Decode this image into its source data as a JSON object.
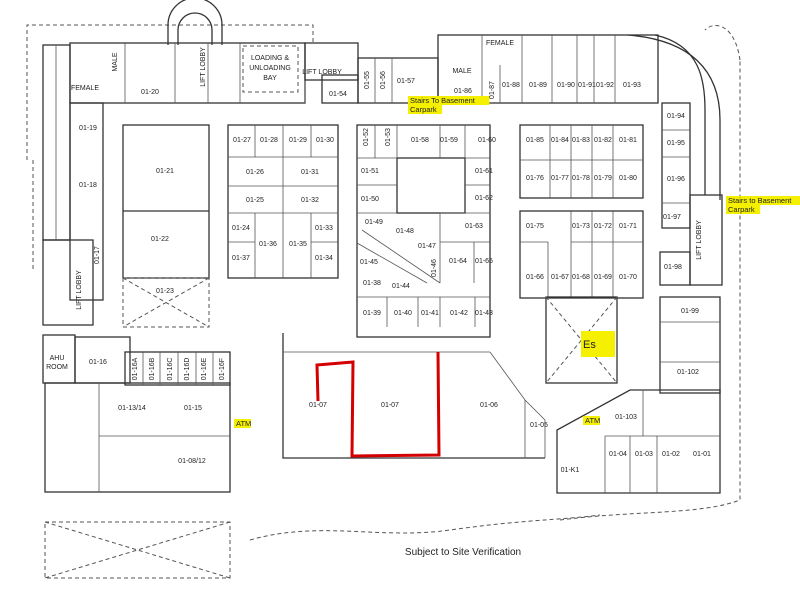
{
  "plan": {
    "caption": "Subject to Site Verification",
    "highlight_color": "#f4f000",
    "outline_color": "#d40000",
    "notes": {
      "stairs_top_1": "Stairs To Basement",
      "stairs_top_2": "Carpark",
      "stairs_right_1": "Stairs to Basement",
      "stairs_right_2": "Carpark",
      "atm_left": "ATM",
      "atm_right": "ATM",
      "escalator": "Es"
    },
    "facilities": [
      "FEMALE",
      "MALE",
      "LIFT LOBBY",
      "LOADING &",
      "UNLOADING",
      "BAY",
      "LIFT LOBBY",
      "MALE",
      "FEMALE",
      "LIFT LOBBY",
      "LIFT LOBBY",
      "AHU",
      "ROOM"
    ],
    "units": [
      "01-20",
      "01-54",
      "01-55",
      "01-56",
      "01-57",
      "01-86",
      "01-87",
      "01-88",
      "01-89",
      "01-90",
      "01-91",
      "01-92",
      "01-93",
      "01-19",
      "01-18",
      "01-17",
      "01-21",
      "01-22",
      "01-23",
      "01-27",
      "01-28",
      "01-29",
      "01-30",
      "01-26",
      "01-31",
      "01-25",
      "01-32",
      "01-24",
      "01-33",
      "01-36",
      "01-35",
      "01-37",
      "01-34",
      "01-52",
      "01-53",
      "01-58",
      "01-59",
      "01-60",
      "01-51",
      "01-61",
      "01-50",
      "01-62",
      "01-49",
      "01-48",
      "01-63",
      "01-47",
      "01-46",
      "01-64",
      "01-65",
      "01-45",
      "01-38",
      "01-44",
      "01-39",
      "01-40",
      "01-41",
      "01-42",
      "01-43",
      "01-85",
      "01-84",
      "01-83",
      "01-82",
      "01-81",
      "01-76",
      "01-77",
      "01-78",
      "01-79",
      "01-80",
      "01-75",
      "01-73",
      "01-72",
      "01-71",
      "01-66",
      "01-67",
      "01-68",
      "01-69",
      "01-70",
      "01-94",
      "01-95",
      "01-96",
      "01-97",
      "01-98",
      "01-99",
      "01-102",
      "01-16",
      "01-16A",
      "01-16B",
      "01-16C",
      "01-16D",
      "01-16E",
      "01-16F",
      "01-13/14",
      "01-15",
      "01-08/12",
      "01-07",
      "01-07",
      "01-06",
      "01-05",
      "01-103",
      "01-04",
      "01-03",
      "01-02",
      "01-01",
      "01-K1"
    ]
  }
}
